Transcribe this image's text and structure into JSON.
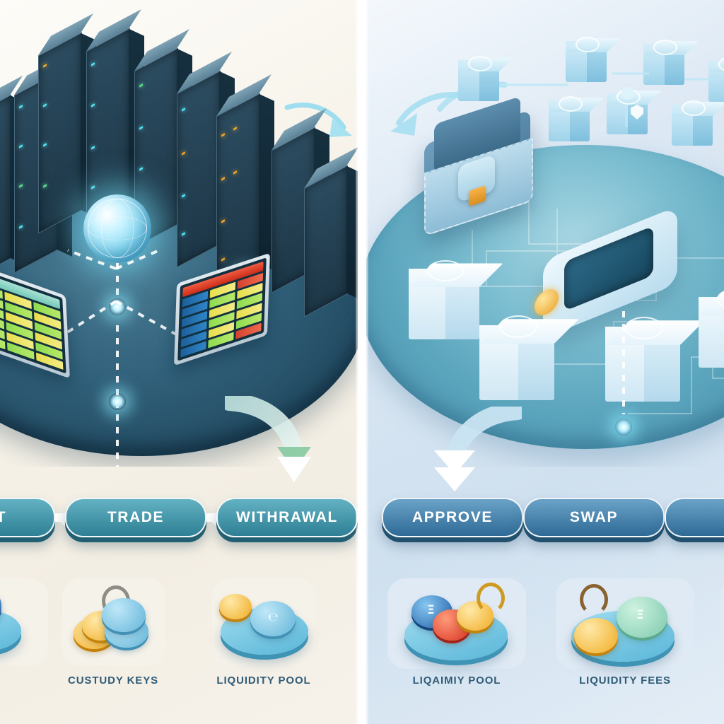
{
  "diagram": {
    "type": "comparison-infographic",
    "title_visible": false,
    "panels": [
      {
        "id": "centralized-exchange",
        "side": "left",
        "background_color": "#f3eee3",
        "scene": {
          "platform_color": "#24506a",
          "elements": [
            {
              "name": "server-rack-cluster",
              "count": 9,
              "description": "isometric data-center racks with glowing LEDs"
            },
            {
              "name": "central-globe-node",
              "description": "glowing translucent globe hub"
            },
            {
              "name": "order-book-board-green",
              "description": "trading board with green and yellow rows"
            },
            {
              "name": "order-book-board-red",
              "description": "trading board with red header, blue and yellow rows"
            },
            {
              "name": "city-towers",
              "description": "stacked server towers at right"
            },
            {
              "name": "top-curved-arrow",
              "description": "cyan outlined arrow curving down-right"
            }
          ]
        },
        "process_steps": [
          {
            "label": "T",
            "full_label": "DEPOSIT",
            "clipped": true,
            "color": "#2f7f95"
          },
          {
            "label": "TRADE",
            "clipped": false,
            "color": "#2f7f95"
          },
          {
            "label": "WITHRAWAL",
            "clipped": false,
            "color": "#2f7f95"
          }
        ],
        "outcomes": [
          {
            "label": "",
            "clipped": true,
            "icon": "blue-shield-token-icon",
            "card_color": "#f5f2ea"
          },
          {
            "label": "CUSTUDY KEYS",
            "icon": "gold-coins-with-key-ring-icon",
            "card_color": "#f5f2ea"
          },
          {
            "label": "LIQUIDITY POOL",
            "icon": "blue-liquidity-disc-with-gold-coin-icon",
            "card_color": "#f5f2ea"
          }
        ]
      },
      {
        "id": "decentralized-exchange",
        "side": "right",
        "background_color": "#cfe0ef",
        "scene": {
          "platform_color": "#63acc3",
          "elements": [
            {
              "name": "crypto-wallet-icon",
              "description": "isometric wallet with padlock clasp"
            },
            {
              "name": "blockchain-cube-network",
              "count": 7,
              "description": "translucent blue blocks linked by nodes"
            },
            {
              "name": "shield-block-icon",
              "description": "block displaying security shield"
            },
            {
              "name": "smart-contract-device",
              "description": "rounded device with dark screen and gold badge"
            },
            {
              "name": "ice-block-cluster",
              "count": 4,
              "description": "frosted white blockchain cubes"
            },
            {
              "name": "top-curved-arrow-left",
              "description": "cyan outlined arrow curving down-left"
            },
            {
              "name": "top-curved-arrow-right",
              "description": "cyan outlined arrow"
            }
          ]
        },
        "process_steps": [
          {
            "label": "APPROVE",
            "clipped": false,
            "color": "#2e6a96"
          },
          {
            "label": "SWAP",
            "clipped": false,
            "color": "#2e6a96"
          },
          {
            "label": "",
            "clipped": true,
            "color": "#2e6a96"
          }
        ],
        "outcomes": [
          {
            "label": "LIQAIMIY POOL",
            "icon": "multi-token-disc-with-gold-key-icon",
            "card_color": "#dfeaf4"
          },
          {
            "label": "LIQUIDITY FEES",
            "icon": "gold-coin-key-with-mint-token-icon",
            "card_color": "#dfeaf4"
          }
        ]
      }
    ],
    "colors": {
      "left_background": "#f3eee3",
      "right_background": "#cfe0ef",
      "divider": "#ffffff",
      "pill_teal": "#2f7f95",
      "pill_blue": "#2e6a96",
      "label_text": "#2f5b76",
      "arrow_white": "#ffffff",
      "glow_cyan": "#8cebff",
      "accent_gold": "#f0ab21"
    }
  }
}
